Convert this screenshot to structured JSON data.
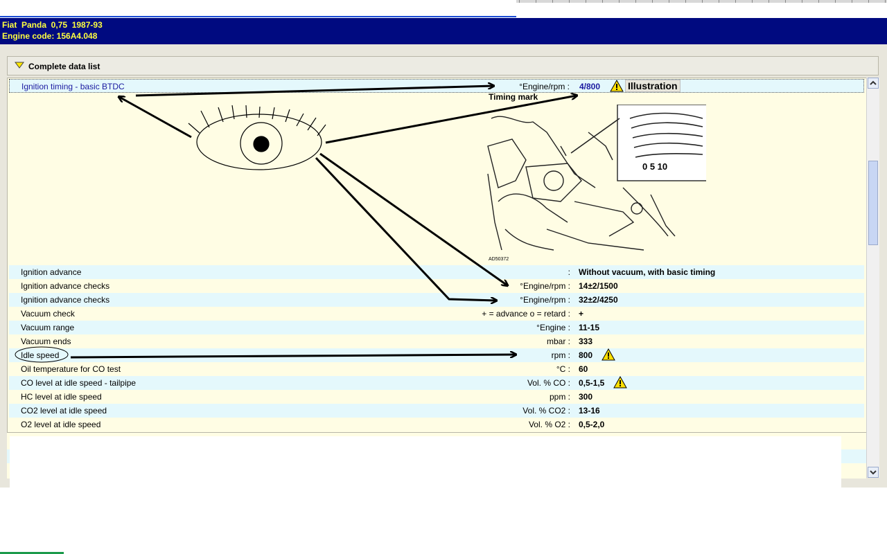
{
  "vehicle": {
    "line1": "Fiat  Panda  0,75  1987-93",
    "line2": "Engine code: 156A4.048"
  },
  "list_header": {
    "title": "Complete data list",
    "icon": "chevron-down-icon"
  },
  "timing_row": {
    "label": "Ignition timing - basic  BTDC",
    "unit": "°Engine/rpm :",
    "value": "4/800",
    "illustration_button": "Illustration",
    "timing_mark": "Timing mark",
    "drawing_code": "AD50372",
    "dial_numbers": "0 5 10"
  },
  "rows": [
    {
      "label": "Ignition advance",
      "unit": ":",
      "value": "Without vacuum, with basic timing",
      "warn": false
    },
    {
      "label": "Ignition advance checks",
      "unit": "°Engine/rpm :",
      "value": "14±2/1500",
      "warn": false
    },
    {
      "label": "Ignition advance checks",
      "unit": "°Engine/rpm :",
      "value": "32±2/4250",
      "warn": false
    },
    {
      "label": "Vacuum check",
      "unit": "+ = advance  o = retard :",
      "value": "+",
      "warn": false
    },
    {
      "label": "Vacuum range",
      "unit": "°Engine :",
      "value": "11-15",
      "warn": false
    },
    {
      "label": "Vacuum ends",
      "unit": "mbar :",
      "value": "333",
      "warn": false
    },
    {
      "label": "Idle speed",
      "unit": "rpm :",
      "value": "800",
      "warn": true
    },
    {
      "label": "Oil temperature for CO test",
      "unit": "°C :",
      "value": "60",
      "warn": false
    },
    {
      "label": "CO level at idle speed - tailpipe",
      "unit": "Vol. % CO :",
      "value": "0,5-1,5",
      "warn": true
    },
    {
      "label": "HC level at idle speed",
      "unit": "ppm :",
      "value": "300",
      "warn": false
    },
    {
      "label": "CO2 level at idle speed",
      "unit": "Vol. % CO2 :",
      "value": "13-16",
      "warn": false
    },
    {
      "label": "O2 level at idle speed",
      "unit": "Vol. % O2 :",
      "value": "0,5-2,0",
      "warn": false
    }
  ],
  "colors": {
    "vehicle_bar": "#000a80",
    "vehicle_text": "#ffff40",
    "row_alt": "#e4f8fc",
    "row_base": "#fffde4",
    "warning": "#ffe000"
  }
}
